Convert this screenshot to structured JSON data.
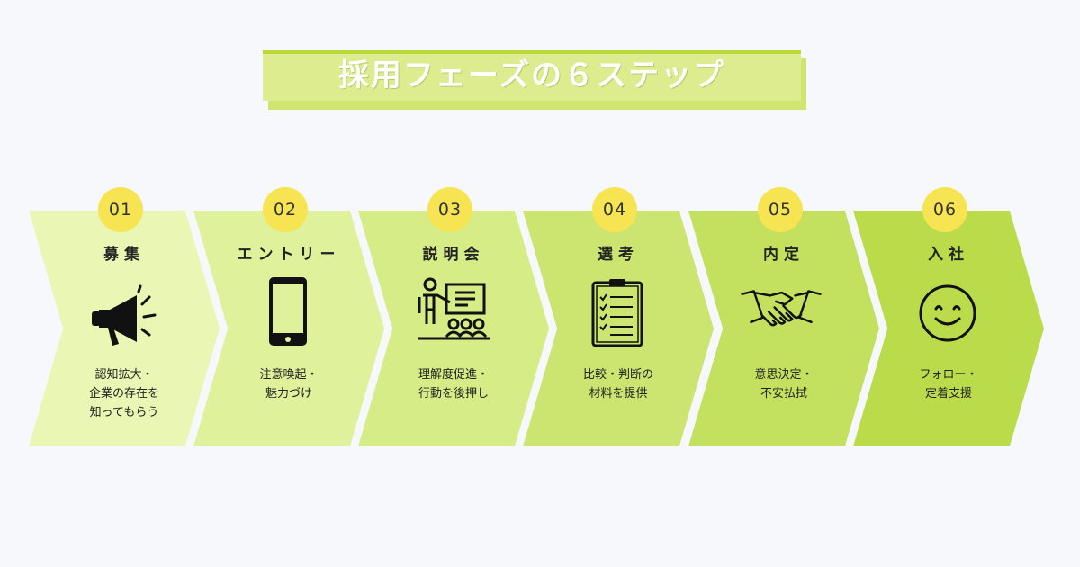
{
  "title": "採用フェーズの６ステップ",
  "colors": {
    "background": "#f6f8fc",
    "badge": "#f7e452",
    "title_banner": "#dcec8f",
    "step_fills": [
      "#eaf6b3",
      "#e0f19c",
      "#d6ec86",
      "#cbe570",
      "#c3e05e",
      "#bbdc4a"
    ]
  },
  "steps": [
    {
      "number": "01",
      "title": "募集",
      "icon": "megaphone-icon",
      "description": [
        "認知拡大・",
        "企業の存在を",
        "知ってもらう"
      ]
    },
    {
      "number": "02",
      "title": "エントリー",
      "icon": "smartphone-icon",
      "description": [
        "注意喚起・",
        "魅力づけ"
      ]
    },
    {
      "number": "03",
      "title": "説明会",
      "icon": "presentation-icon",
      "description": [
        "理解度促進・",
        "行動を後押し"
      ]
    },
    {
      "number": "04",
      "title": "選考",
      "icon": "clipboard-checklist-icon",
      "description": [
        "比較・判断の",
        "材料を提供"
      ]
    },
    {
      "number": "05",
      "title": "内定",
      "icon": "handshake-icon",
      "description": [
        "意思決定・",
        "不安払拭"
      ]
    },
    {
      "number": "06",
      "title": "入社",
      "icon": "smiley-face-icon",
      "description": [
        "フォロー・",
        "定着支援"
      ]
    }
  ]
}
